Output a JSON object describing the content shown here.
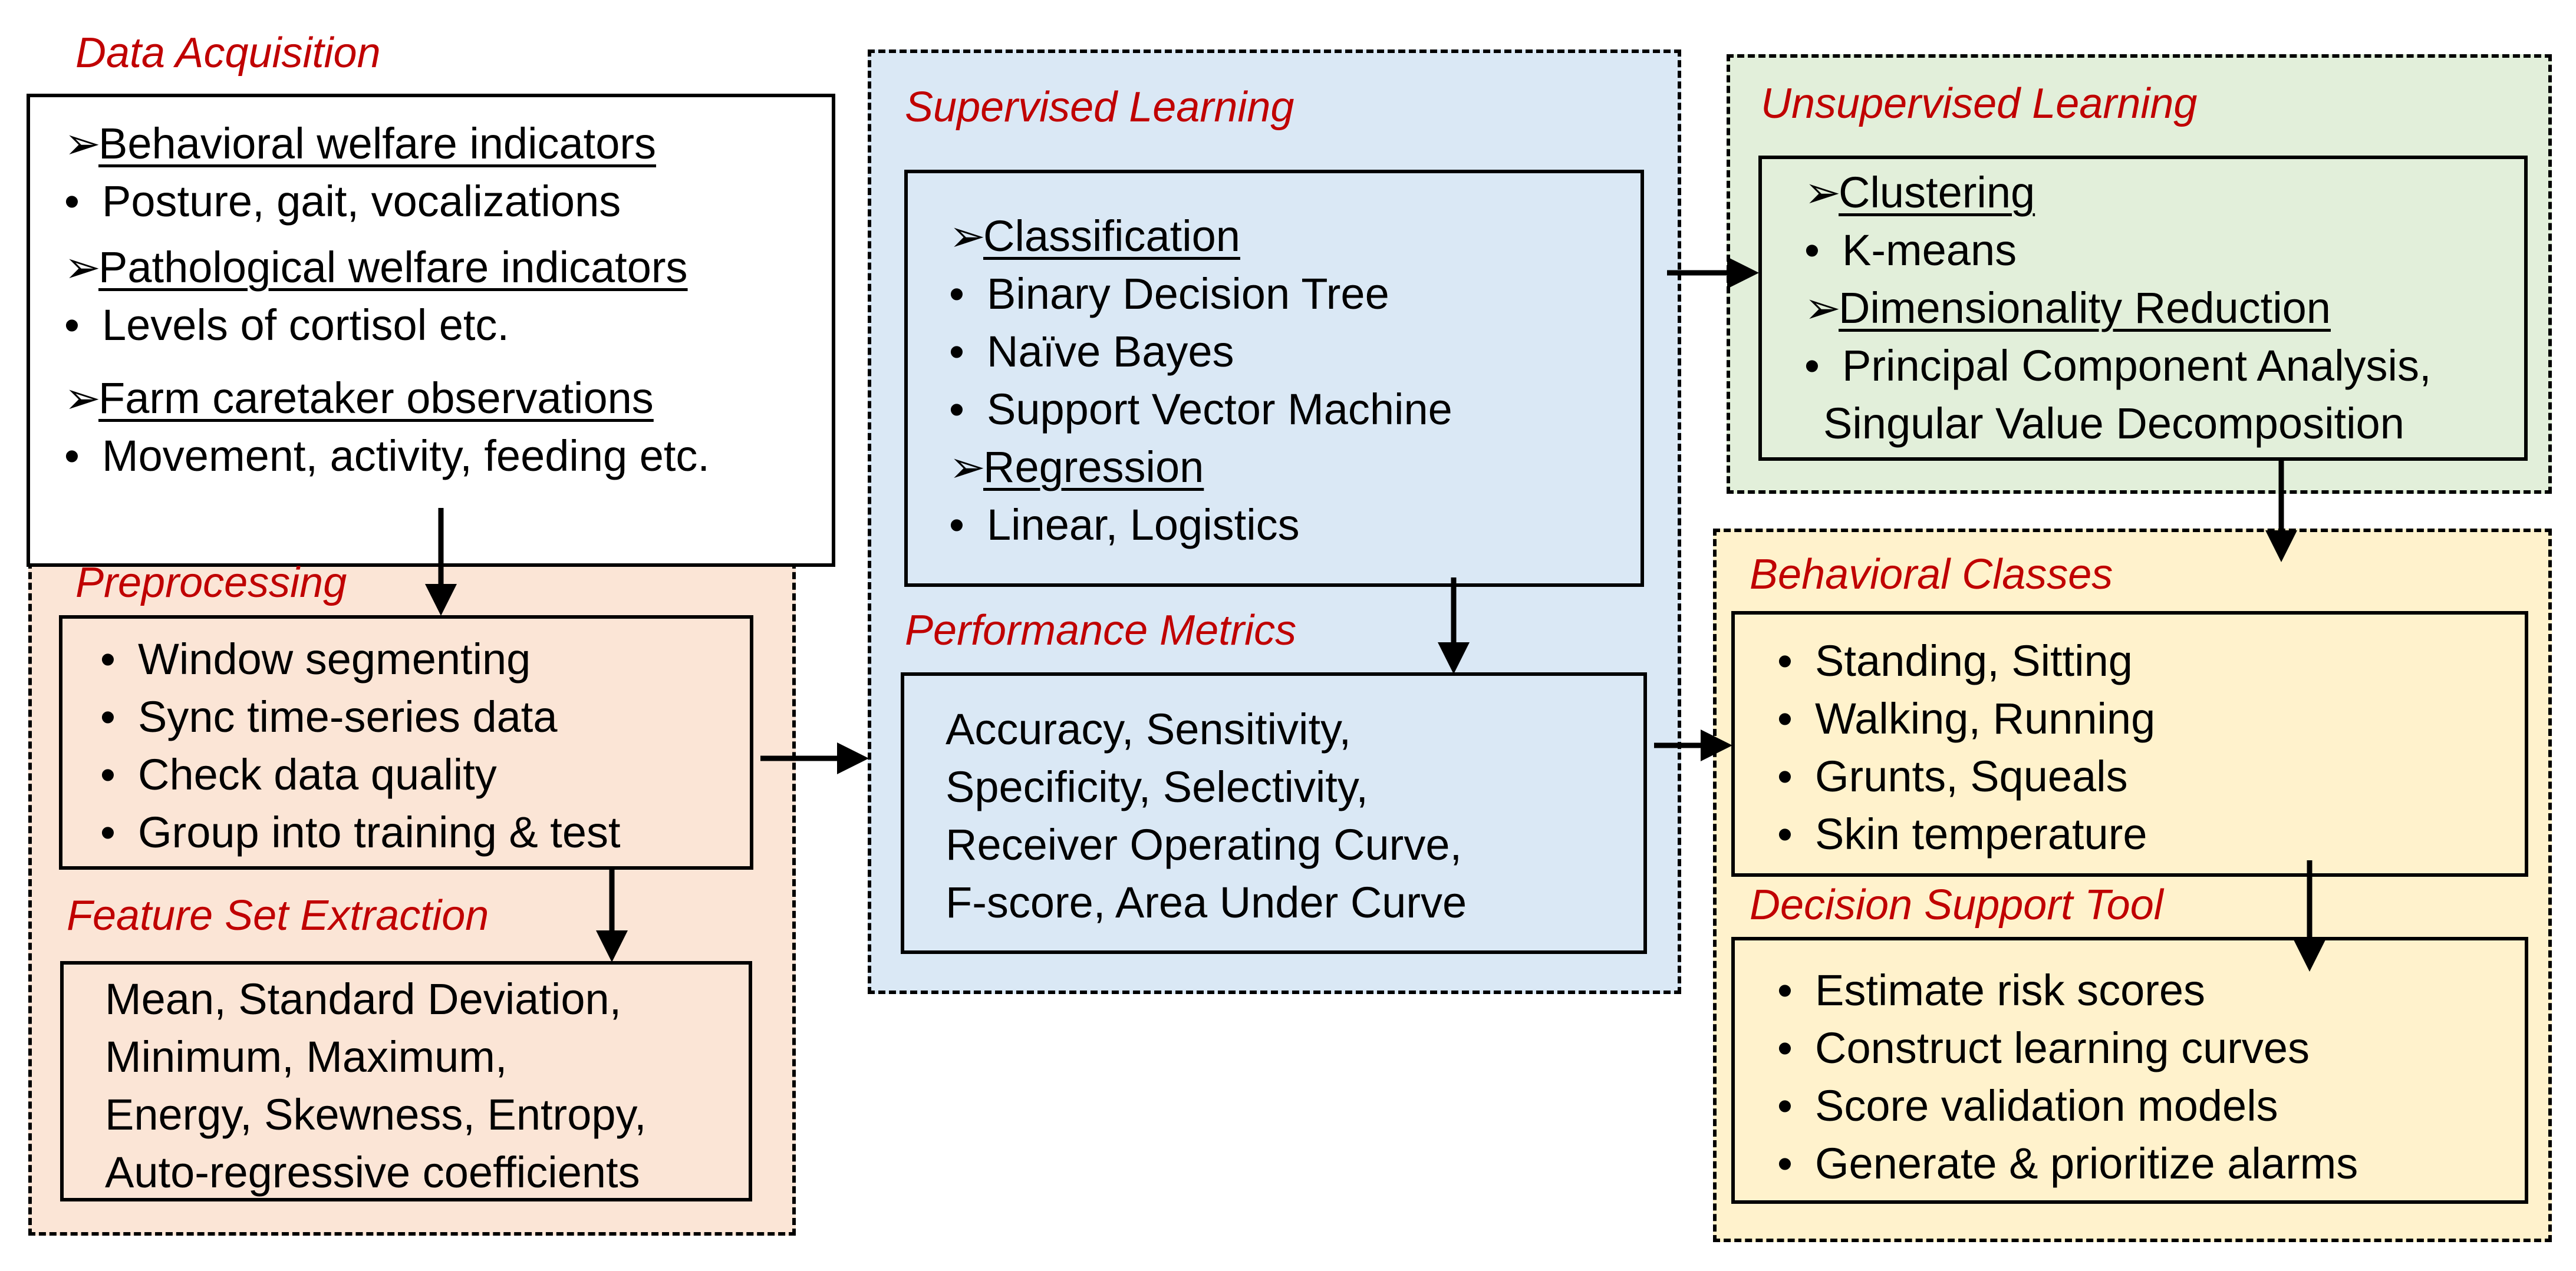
{
  "data_acquisition": {
    "title": "Data Acquisition",
    "headings": [
      "Behavioral welfare indicators",
      "Pathological welfare indicators",
      "Farm caretaker observations"
    ],
    "items": [
      "Posture, gait, vocalizations",
      "Levels of cortisol etc.",
      "Movement, activity,  feeding etc."
    ],
    "heading_marker": "➢",
    "bullet": "•"
  },
  "preprocessing": {
    "title": "Preprocessing",
    "items": [
      "Window segmenting",
      "Sync time-series data",
      "Check data quality",
      "Group into training & test"
    ]
  },
  "feature_extraction": {
    "title": "Feature Set Extraction",
    "lines": [
      "Mean, Standard Deviation,",
      "Minimum, Maximum,",
      "Energy, Skewness, Entropy,",
      "Auto-regressive coefficients"
    ]
  },
  "supervised": {
    "title": "Supervised Learning",
    "classification_heading": "Classification",
    "classification_items": [
      "Binary Decision Tree",
      "Naïve Bayes",
      "Support Vector Machine"
    ],
    "regression_heading": "Regression",
    "regression_items": [
      "Linear, Logistics"
    ]
  },
  "performance": {
    "title": "Performance Metrics",
    "lines": [
      "Accuracy, Sensitivity,",
      "Specificity, Selectivity,",
      "Receiver Operating Curve,",
      "F-score, Area Under Curve"
    ]
  },
  "unsupervised": {
    "title": "Unsupervised Learning",
    "clustering_heading": "Clustering",
    "clustering_items": [
      "K-means"
    ],
    "dimred_heading": "Dimensionality Reduction",
    "dimred_lines": [
      "Principal Component Analysis,",
      "Singular Value Decomposition"
    ]
  },
  "behavioral_classes": {
    "title": "Behavioral Classes",
    "items": [
      "Standing, Sitting",
      "Walking, Running",
      "Grunts, Squeals",
      "Skin temperature"
    ]
  },
  "decision_support": {
    "title": "Decision Support Tool",
    "items": [
      "Estimate risk scores",
      "Construct learning curves",
      "Score validation models",
      "Generate & prioritize alarms"
    ]
  },
  "colors": {
    "title_red": "#c00000",
    "preprocessing_fill": "#fbe5d6",
    "supervised_fill": "#dae8f5",
    "unsupervised_fill": "#e2efda",
    "behavioral_fill": "#fff2cc"
  }
}
